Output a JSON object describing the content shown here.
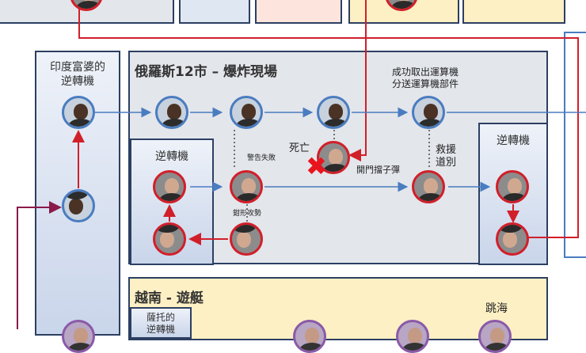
{
  "title": "",
  "colors": {
    "protagonist_line": "#4a7cc0",
    "neil_line": "#d11f2a",
    "purple_line": "#8a1a4a",
    "panel_gray": "#e3e6eb",
    "panel_blue": "#dfe7f3",
    "panel_yellow": "#fdf0c4",
    "panel_peach": "#fde4dc"
  },
  "panels": {
    "india_turnstile": {
      "title": "印度富婆的\n逆轉機"
    },
    "russia": {
      "title": "俄羅斯12市 – 爆炸現場"
    },
    "turnstile_left": {
      "title": "逆轉機"
    },
    "turnstile_right": {
      "title": "逆轉機"
    },
    "vietnam": {
      "title": "越南 - 遊艇"
    },
    "sator": {
      "title": "薩托的\n逆轉機"
    }
  },
  "labels": {
    "success": "成功取出運算機\n分送運算機部件",
    "warning": "警告失敗",
    "death": "死亡",
    "rescue": "救援\n道別",
    "open_lock": "開門擋子彈",
    "pincer": "鉗形攻勢",
    "jump": "跳海"
  },
  "icons": {
    "death_mark": "red-x-icon",
    "protagonist": "protagonist-avatar",
    "neil": "neil-avatar",
    "kat": "kat-avatar"
  }
}
